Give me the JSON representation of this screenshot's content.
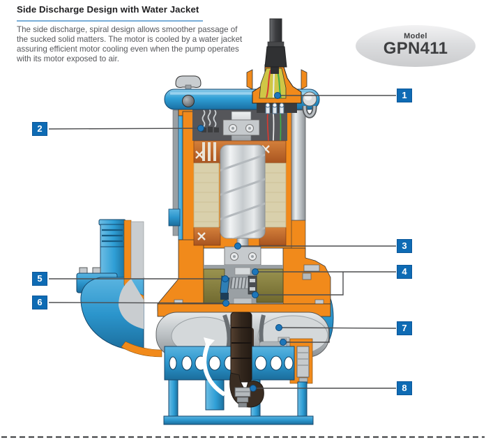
{
  "header": {
    "title": "Side Discharge Design with Water Jacket",
    "description": "The side discharge, spiral design allows smoother passage of\nthe sucked solid matters. The motor is cooled by a water jacket\nassuring efficient motor cooling even when the pump operates\nwith its motor exposed to air."
  },
  "badge": {
    "label": "Model",
    "model": "GPN411"
  },
  "diagram": {
    "callouts": [
      {
        "number": "1"
      },
      {
        "number": "2"
      },
      {
        "number": "3"
      },
      {
        "number": "4"
      },
      {
        "number": "5"
      },
      {
        "number": "6"
      },
      {
        "number": "7"
      },
      {
        "number": "8"
      }
    ]
  },
  "colors": {
    "callout_blue": "#0e6bb4",
    "pump_blue": "#2f9fd6",
    "casing_orange": "#f18a1b",
    "title_underline": "#79aed8",
    "leader_line": "#4c4d4f"
  }
}
